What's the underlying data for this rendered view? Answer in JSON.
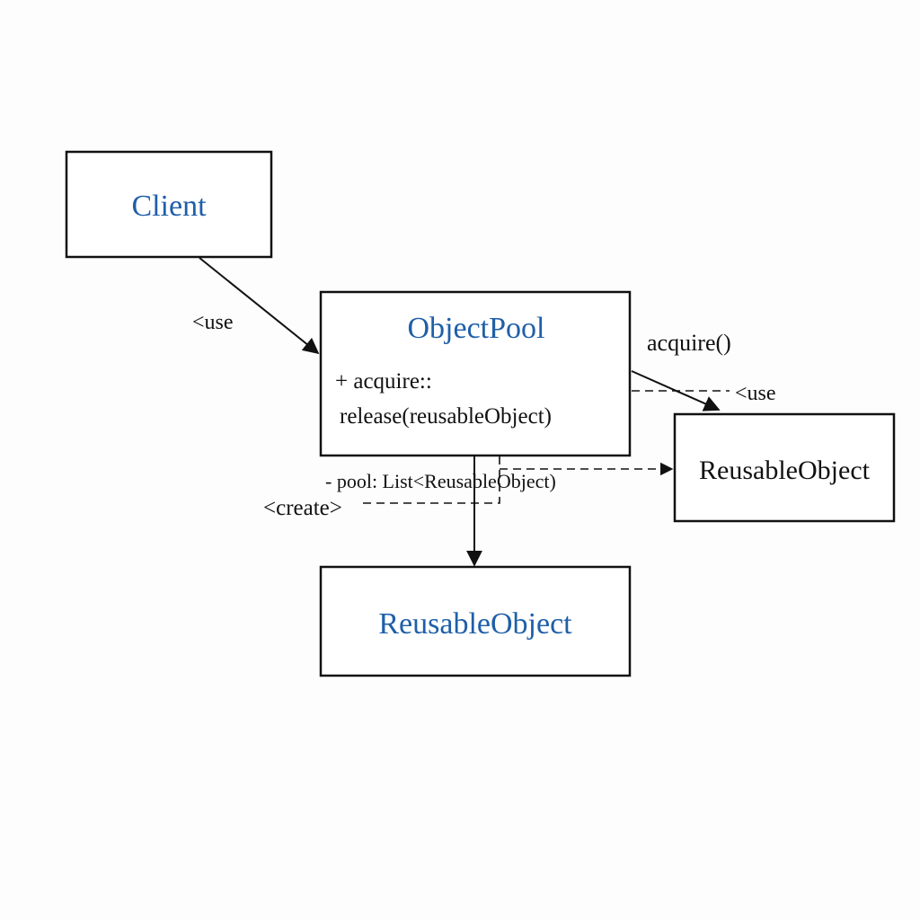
{
  "colors": {
    "title_blue": "#1f5fa8",
    "text_black": "#111111",
    "line_black": "#111111",
    "background": "#fdfdfd"
  },
  "nodes": {
    "client": {
      "title": "Client"
    },
    "object_pool": {
      "title": "ObjectPool",
      "operation_line_1": "+ acquire::",
      "operation_line_2": "release(reusableObject)",
      "attribute": "- pool: List<ReusableObject)"
    },
    "reusable_object_bottom": {
      "title": "ReusableObject"
    },
    "reusable_object_right": {
      "title": "ReusableObject"
    }
  },
  "edges": {
    "client_to_pool": {
      "label": "<use"
    },
    "pool_to_right_acquire": {
      "label": "acquire()"
    },
    "pool_to_right_use": {
      "label": "<use"
    },
    "create": {
      "label": "<create>"
    }
  }
}
